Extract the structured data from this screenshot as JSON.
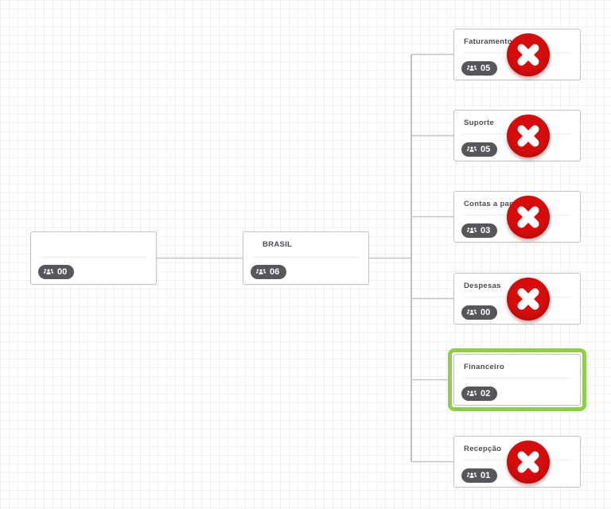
{
  "app": {
    "view": "organizational-chart"
  },
  "colors": {
    "removed_red": "#d60c0c",
    "selected_green": "#8fce49",
    "badge_bg": "#57575b",
    "line_color": "#c6c6ca",
    "grid_line": "#f2f0f4",
    "title_color": "#4b4b54"
  },
  "icons": {
    "badge_icon": "groups-icon",
    "remove_icon": "x-icon"
  },
  "nodes": {
    "root": {
      "title": "",
      "count": "00",
      "state": "normal"
    },
    "brasil": {
      "title": "BRASIL",
      "count": "06",
      "state": "normal"
    },
    "faturamento": {
      "title": "Faturamento",
      "count": "05",
      "state": "removed"
    },
    "suporte": {
      "title": "Suporte",
      "count": "05",
      "state": "removed"
    },
    "contas": {
      "title": "Contas a pagar",
      "count": "03",
      "state": "removed"
    },
    "despesas": {
      "title": "Despesas",
      "count": "00",
      "state": "removed"
    },
    "financeiro": {
      "title": "Financeiro",
      "count": "02",
      "state": "selected"
    },
    "recepcao": {
      "title": "Recepção",
      "count": "01",
      "state": "removed"
    }
  }
}
